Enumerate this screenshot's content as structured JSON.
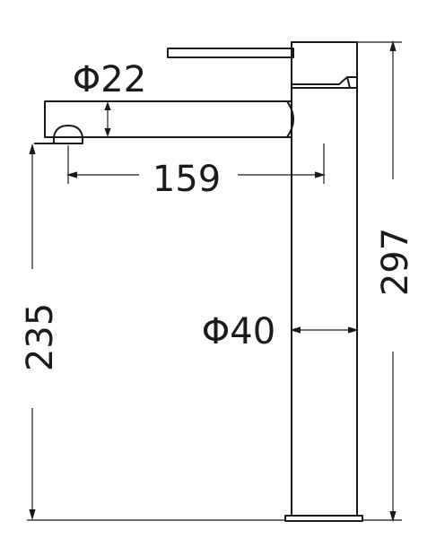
{
  "dimensions": {
    "spout_diameter": "Φ22",
    "spout_reach": "159",
    "body_diameter": "Φ40",
    "outlet_height": "235",
    "total_height": "297"
  },
  "colors": {
    "line": "#1a1a1a",
    "background": "#ffffff"
  }
}
